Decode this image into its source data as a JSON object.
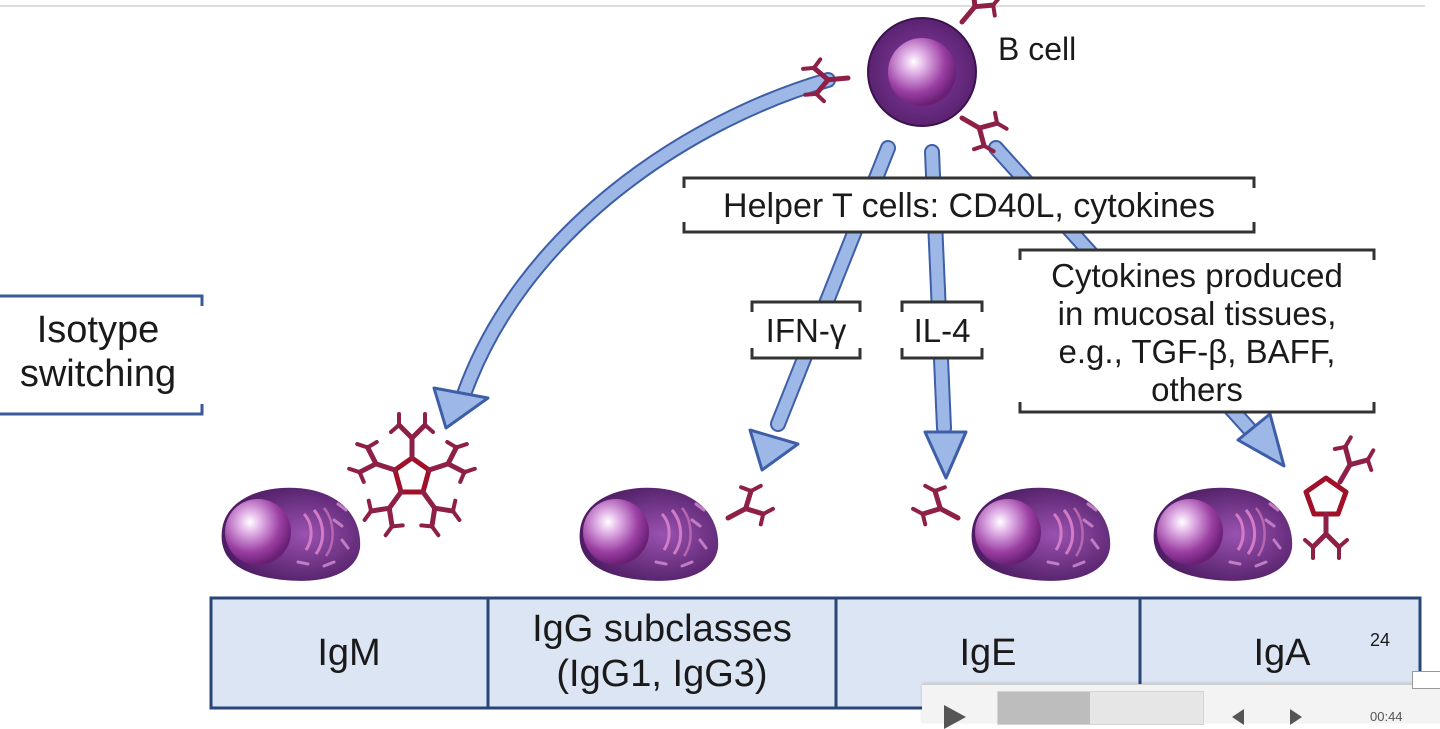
{
  "diagram": {
    "b_cell_label": "B cell",
    "helper_label": "Helper T cells: CD40L, cytokines",
    "isotype_label_line1": "Isotype",
    "isotype_label_line2": "switching",
    "ifn_label": "IFN-γ",
    "il4_label": "IL-4",
    "mucosal_line1": "Cytokines produced",
    "mucosal_line2": "in mucosal tissues,",
    "mucosal_line3": "e.g., TGF-β, BAFF,",
    "mucosal_line4": "others",
    "classes": [
      {
        "line1": "IgM",
        "line2": ""
      },
      {
        "line1": "IgG subclasses",
        "line2": "(IgG1, IgG3)"
      },
      {
        "line1": "IgE",
        "line2": ""
      },
      {
        "line1": "IgA",
        "line2": ""
      }
    ],
    "slide_number": "24",
    "colors": {
      "arrow": "#9db8e6",
      "arrow_stroke": "#3e5fa8",
      "cell": "#6a2a84",
      "antibody": "#8e2048",
      "table_fill": "#dce5f4",
      "table_stroke": "#2a4577"
    }
  },
  "player": {
    "progress": 0.45,
    "time": "00:44"
  }
}
